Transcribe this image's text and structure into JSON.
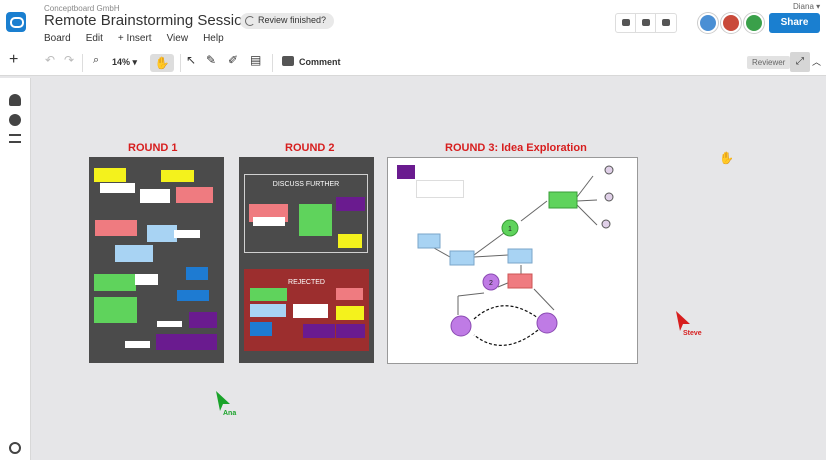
{
  "header": {
    "company": "Conceptboard GmbH",
    "title": "Remote Brainstorming Session",
    "review_label": "Review finished?",
    "user_name": "Diana ▾",
    "share_label": "Share",
    "menu": [
      "Board",
      "Edit",
      "+ Insert",
      "View",
      "Help"
    ],
    "avatar_colors": [
      "#4a8fd4",
      "#c94a3a",
      "#3aa04a"
    ]
  },
  "toolbar": {
    "zoom": "14% ▾",
    "comment_label": "Comment",
    "reviewer_label": "Reviewer"
  },
  "canvas": {
    "round1_title": "ROUND 1",
    "round2_title": "ROUND 2",
    "round3_title": "ROUND 3: Idea Exploration",
    "discuss_label": "DISCUSS FURTHER",
    "rejected_label": "REJECTED",
    "round3_flow_labels": [
      "1",
      "2"
    ],
    "cursors": [
      {
        "name": "Ana",
        "color": "#1aa32a"
      },
      {
        "name": "Steve",
        "color": "#d71e1e"
      }
    ]
  },
  "colors": {
    "accent": "#1a7fd0",
    "title_red": "#d71e1e",
    "note_yellow": "#f4f21c",
    "note_red": "#ef7b80",
    "note_green": "#5fd35c",
    "note_blue": "#1e7bd2",
    "note_purple": "#6a1b8f"
  }
}
